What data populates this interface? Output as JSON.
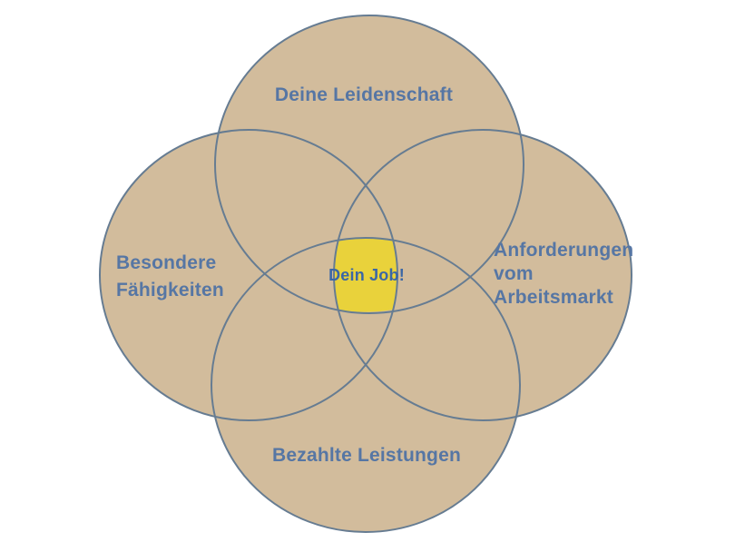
{
  "diagram": {
    "type": "venn-4-circle",
    "center_region": {
      "label": "Dein Job!"
    },
    "circles": {
      "top": {
        "label": "Deine Leidenschaft"
      },
      "left": {
        "lines": [
          "Besondere",
          "Fähigkeiten"
        ]
      },
      "right": {
        "lines": [
          "Anforderungen",
          "vom",
          "Arbeitsmarkt"
        ]
      },
      "bottom": {
        "label": "Bezahlte Leistungen"
      }
    },
    "colors": {
      "background": "#ffffff",
      "circle_fill": "#d2bc9c",
      "circle_stroke": "#667c92",
      "center_fill": "#e9d23b",
      "label_color": "#5676a4",
      "center_label_color": "#3b67a6"
    }
  }
}
